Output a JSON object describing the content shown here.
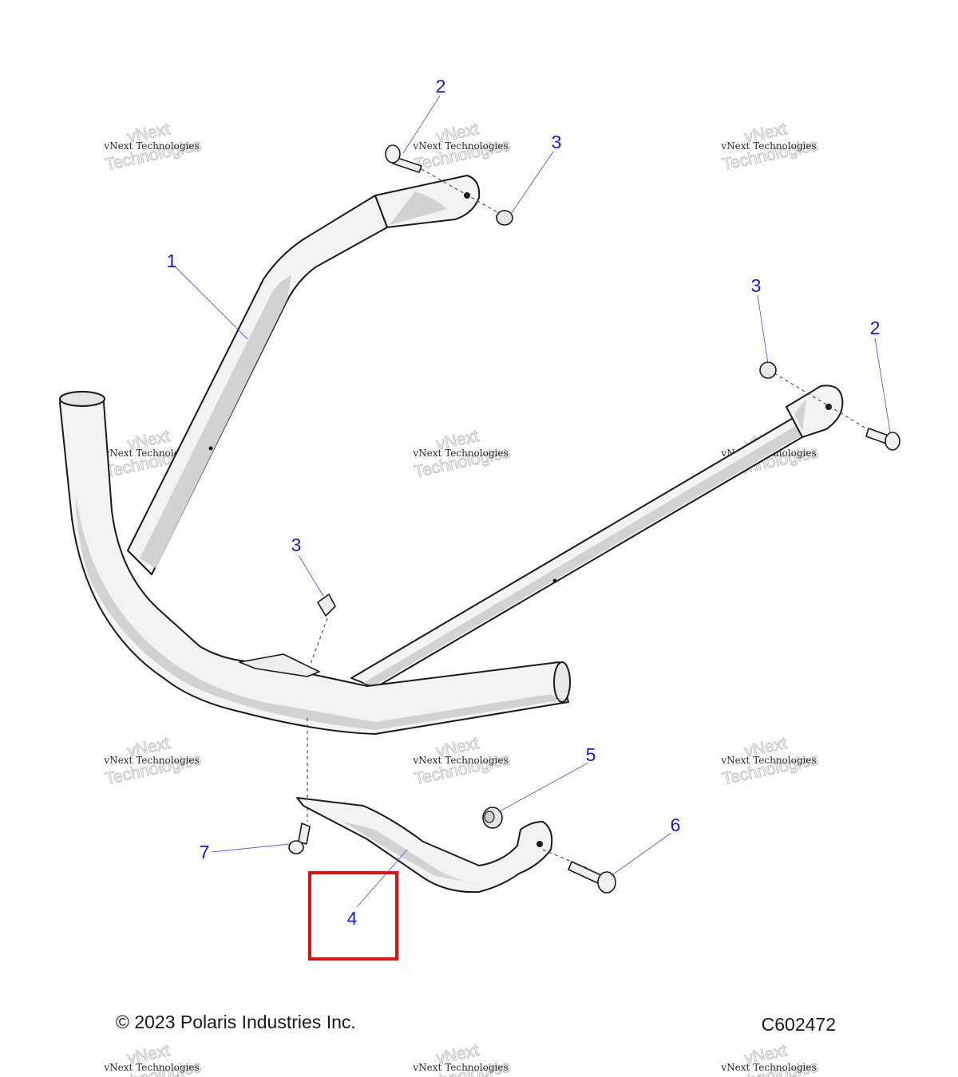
{
  "watermark": {
    "line1": "vNext Technologies",
    "line2": "Technologies",
    "line3": "vNext"
  },
  "callouts": {
    "frame": "1",
    "bolt_top": "2",
    "nut_top": "3",
    "nut_right": "3",
    "bolt_right": "2",
    "nut_mid": "3",
    "bracket": "4",
    "spacer": "5",
    "bolt_bracket": "6",
    "bolt_small": "7"
  },
  "footer": {
    "copyright": "© 2023 Polaris Industries Inc.",
    "code": "C602472"
  },
  "colors": {
    "callout": "#1a1acc",
    "highlight": "#dd1111"
  }
}
